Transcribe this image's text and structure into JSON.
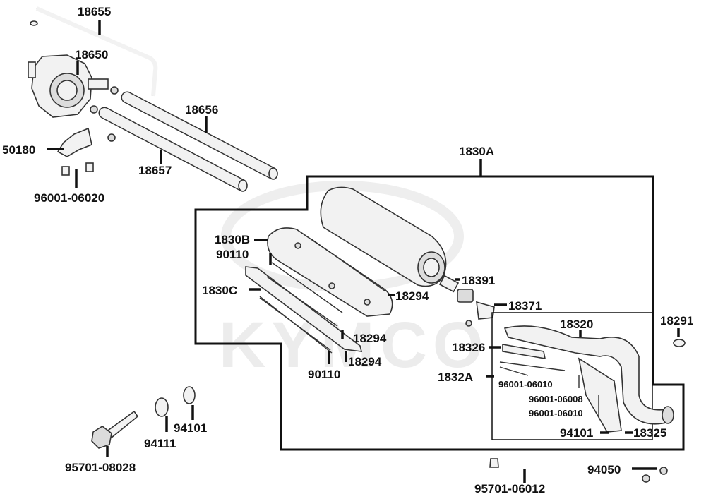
{
  "watermark": "KYMCO",
  "labels": {
    "p18655": "18655",
    "p18650": "18650",
    "p18656": "18656",
    "p50180": "50180",
    "p18657": "18657",
    "p96001_06020": "96001-06020",
    "p1830A": "1830A",
    "p1830B": "1830B",
    "p90110_top": "90110",
    "p1830C": "1830C",
    "p18294_a": "18294",
    "p18294_b": "18294",
    "p18294_c": "18294",
    "p90110_bot": "90110",
    "p18391": "18391",
    "p18371": "18371",
    "p18291": "18291",
    "p18320": "18320",
    "p18326": "18326",
    "p1832A": "1832A",
    "p96001_06010_a": "96001-06010",
    "p96001_06008": "96001-06008",
    "p96001_06010_b": "96001-06010",
    "p94101_right": "94101",
    "p18325": "18325",
    "p94101_left": "94101",
    "p94111": "94111",
    "p95701_08028": "95701-08028",
    "p95701_06012": "95701-06012",
    "p94050": "94050"
  }
}
